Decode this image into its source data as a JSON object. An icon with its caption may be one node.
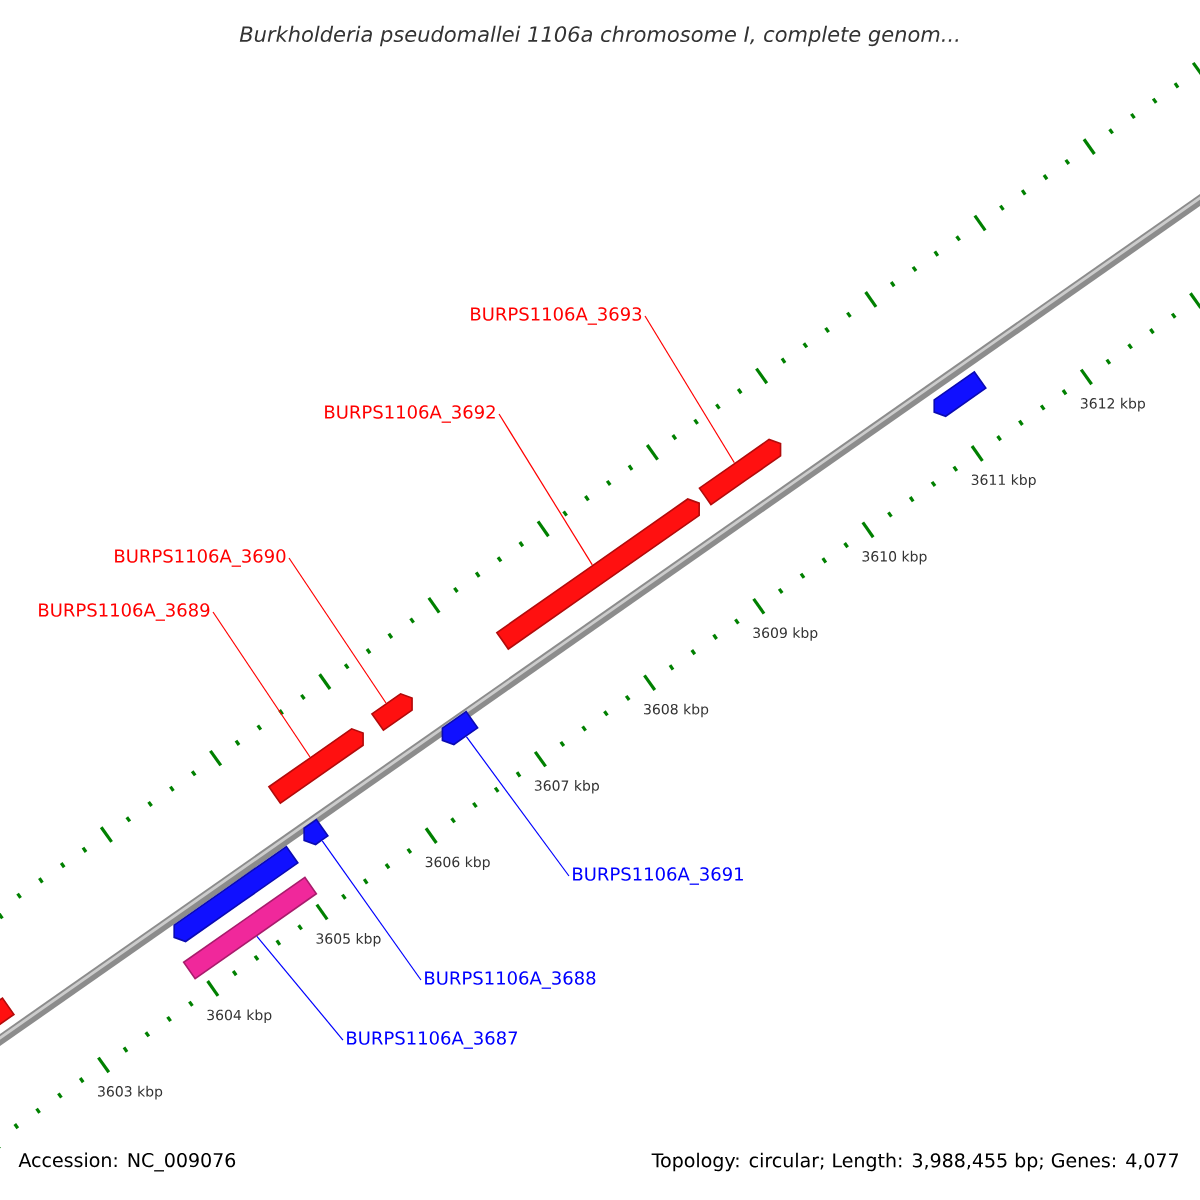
{
  "diagram": {
    "title": "Burkholderia pseudomallei 1106a chromosome I, complete genom...",
    "nodes": [
      {
        "text": [
          "BURPS1106A_3693"
        ]
      },
      {
        "text": [
          "BURPS1106A_3692"
        ]
      },
      {
        "text": [
          "BURPS1106A_3690"
        ]
      },
      {
        "text": [
          "BURPS1106A_3689"
        ]
      },
      {
        "text": [
          "BURPS1106A_3691"
        ]
      },
      {
        "text": [
          "BURPS1106A_3688"
        ]
      },
      {
        "text": [
          "BURPS1106A_3687"
        ]
      },
      {
        "text": [],
        "shape": "bar"
      },
      {
        "text": [],
        "shape": "pentagon"
      },
      {
        "text": [],
        "shape": "bar"
      },
      {
        "text": [],
        "shape": "pentagon"
      },
      {
        "text": [],
        "shape": "pentagon"
      },
      {
        "text": [],
        "shape": "pentagon"
      },
      {
        "text": [],
        "shape": "pentagon"
      },
      {
        "text": [],
        "shape": "pentagon"
      },
      {
        "text": [],
        "shape": "pentagon"
      },
      {
        "text": [],
        "shape": "pentagon"
      }
    ],
    "edges": [
      {
        "from": 0,
        "to": 15,
        "arrow": "none"
      },
      {
        "from": 1,
        "to": 14,
        "arrow": "none"
      },
      {
        "from": 2,
        "to": 12,
        "arrow": "none"
      },
      {
        "from": 3,
        "to": 10,
        "arrow": "none"
      },
      {
        "from": 4,
        "to": 13,
        "arrow": "none",
        "color": "#0000ff"
      },
      {
        "from": 5,
        "to": 11,
        "arrow": "none",
        "color": "#0000ff"
      },
      {
        "from": 6,
        "to": 9,
        "arrow": "none",
        "color": "#0000ff"
      }
    ],
    "labels": [
      "3603 kbp",
      "3604 kbp",
      "3605 kbp",
      "3606 kbp",
      "3607 kbp",
      "3608 kbp",
      "3609 kbp",
      "3610 kbp",
      "3611 kbp",
      "3612 kbp",
      "Accession: NC_009076",
      "Topology: circular; Length: 3,988,455 bp; Genes: 4,077"
    ]
  }
}
